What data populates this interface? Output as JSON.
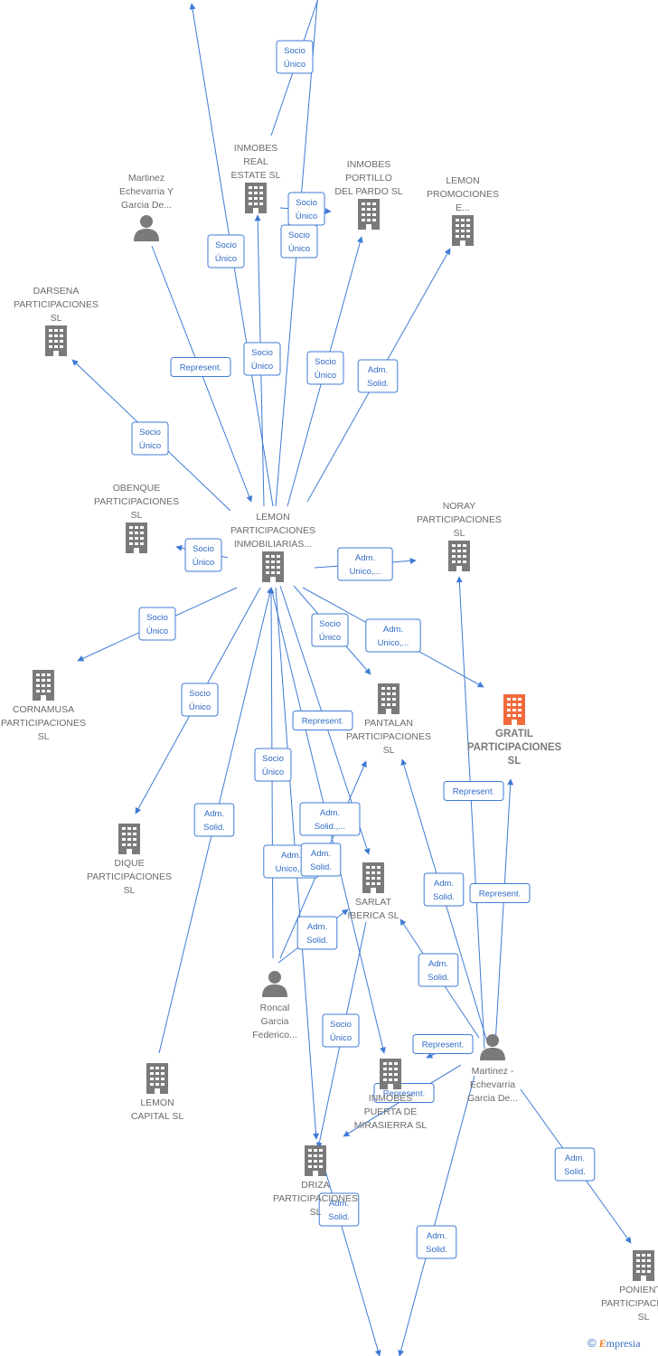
{
  "colors": {
    "edge": "#3f7bd4",
    "company": "#7a7a7a",
    "focus_company": "#f26a3b",
    "person": "#7a7a7a"
  },
  "nodes": [
    {
      "id": "lemon_inmob",
      "label": [
        "LEMON",
        "PARTICIPACIONES",
        "INMOBILIARIAS..."
      ],
      "type": "company"
    },
    {
      "id": "gratil",
      "label": [
        "GRATIL",
        "PARTICIPACIONES",
        "SL"
      ],
      "type": "company",
      "focus": true
    },
    {
      "id": "inmobes_real",
      "label": [
        "INMOBES",
        "REAL",
        "ESTATE  SL"
      ],
      "type": "company"
    },
    {
      "id": "inmobes_portillo",
      "label": [
        "INMOBES",
        "PORTILLO",
        "DEL PARDO  SL"
      ],
      "type": "company"
    },
    {
      "id": "lemon_promo",
      "label": [
        "LEMON",
        "PROMOCIONES",
        "E..."
      ],
      "type": "company"
    },
    {
      "id": "martinez_y",
      "label": [
        "Martinez",
        "Echevarria Y",
        "Garcia De..."
      ],
      "type": "person"
    },
    {
      "id": "darsena",
      "label": [
        "DARSENA",
        "PARTICIPACIONES",
        "SL"
      ],
      "type": "company"
    },
    {
      "id": "obenque",
      "label": [
        "OBENQUE",
        "PARTICIPACIONES",
        "SL"
      ],
      "type": "company"
    },
    {
      "id": "noray",
      "label": [
        "NORAY",
        "PARTICIPACIONES",
        "SL"
      ],
      "type": "company"
    },
    {
      "id": "cornamusa",
      "label": [
        "CORNAMUSA",
        "PARTICIPACIONES",
        "SL"
      ],
      "type": "company"
    },
    {
      "id": "pantalan",
      "label": [
        "PANTALAN",
        "PARTICIPACIONES",
        "SL"
      ],
      "type": "company"
    },
    {
      "id": "dique",
      "label": [
        "DIQUE",
        "PARTICIPACIONES",
        "SL"
      ],
      "type": "company"
    },
    {
      "id": "sarlat",
      "label": [
        "SARLAT",
        "IBERICA  SL"
      ],
      "type": "company"
    },
    {
      "id": "roncal",
      "label": [
        "Roncal",
        "Garcia",
        "Federico..."
      ],
      "type": "person"
    },
    {
      "id": "martinez_dash",
      "label": [
        "Martinez -",
        "Echevarria",
        "Garcia De..."
      ],
      "type": "person"
    },
    {
      "id": "lemon_capital",
      "label": [
        "LEMON",
        "CAPITAL SL"
      ],
      "type": "company"
    },
    {
      "id": "inmobes_puerta",
      "label": [
        "INMOBES",
        "PUERTA DE",
        "MIRASIERRA  SL"
      ],
      "type": "company"
    },
    {
      "id": "driza",
      "label": [
        "DRIZA",
        "PARTICIPACIONES",
        "SL"
      ],
      "type": "company"
    },
    {
      "id": "poniente",
      "label": [
        "PONIENTE",
        "PARTICIPACIONES",
        "SL"
      ],
      "type": "company"
    }
  ],
  "edge_labels": [
    [
      "Socio",
      "Único"
    ],
    [
      "Socio",
      "Único"
    ],
    [
      "Socio",
      "Único"
    ],
    [
      "Socio",
      "Único"
    ],
    [
      "Socio",
      "Único"
    ],
    [
      "Socio",
      "Único"
    ],
    [
      "Adm.",
      "Solid."
    ],
    [
      "Represent."
    ],
    [
      "Socio",
      "Único"
    ],
    [
      "Socio",
      "Único"
    ],
    [
      "Adm.",
      "Unico,..."
    ],
    [
      "Socio",
      "Único"
    ],
    [
      "Socio",
      "Único"
    ],
    [
      "Adm.",
      "Unico,..."
    ],
    [
      "Socio",
      "Único"
    ],
    [
      "Socio",
      "Único"
    ],
    [
      "Represent."
    ],
    [
      "Adm.",
      "Solid.,..."
    ],
    [
      "Adm.",
      "Solid."
    ],
    [
      "Adm.",
      "Unico,..."
    ],
    [
      "Adm.",
      "Solid."
    ],
    [
      "Adm.",
      "Solid."
    ],
    [
      "Represent."
    ],
    [
      "Adm.",
      "Solid."
    ],
    [
      "Represent."
    ],
    [
      "Adm.",
      "Solid."
    ],
    [
      "Socio",
      "Único"
    ],
    [
      "Represent."
    ],
    [
      "Represent."
    ],
    [
      "Adm.",
      "Solid."
    ],
    [
      "Adm.",
      "Solid."
    ],
    [
      "Adm.",
      "Solid."
    ]
  ],
  "watermark": {
    "symbol": "©",
    "brand_first": "E",
    "brand_rest": "mpresia"
  }
}
